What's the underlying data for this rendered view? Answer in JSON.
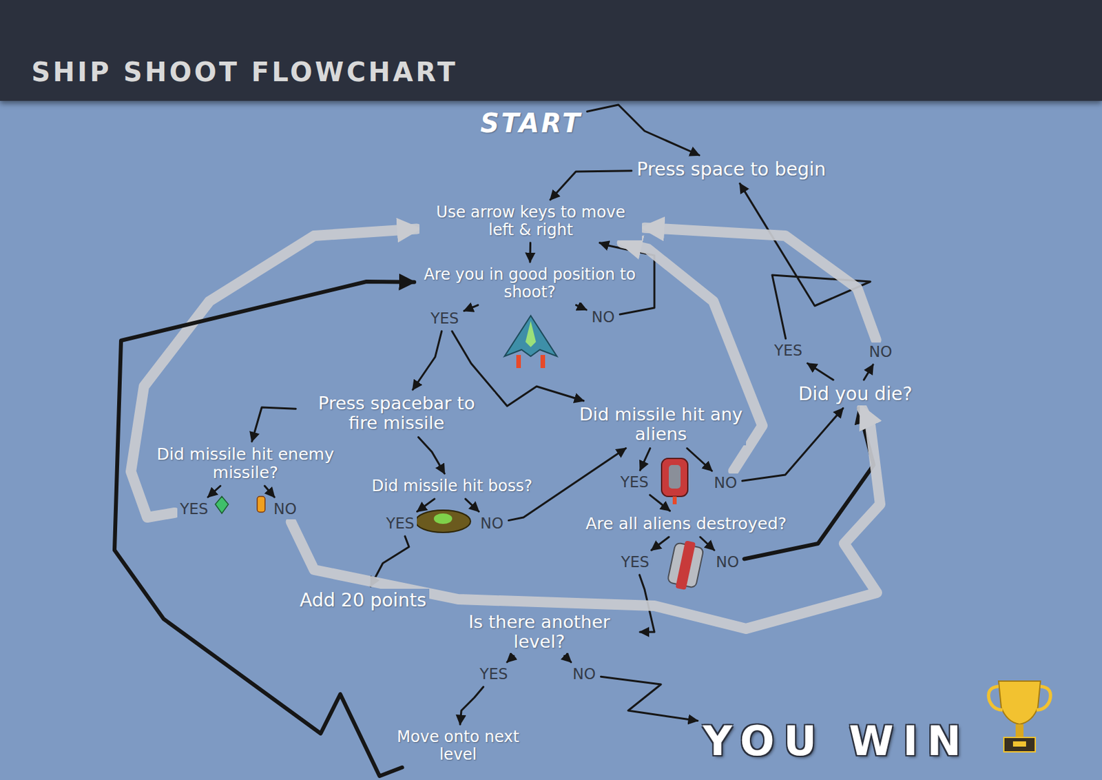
{
  "diagram": {
    "title": "SHIP SHOOT FLOWCHART",
    "nodes": [
      {
        "text": [
          "START"
        ]
      },
      {
        "text": [
          "Press space to begin"
        ]
      },
      {
        "text": [
          "Use arrow keys to move left & right"
        ]
      },
      {
        "text": [
          "Are you in good position to shoot?"
        ]
      },
      {
        "text": [
          "YES"
        ]
      },
      {
        "text": [
          "NO"
        ]
      },
      {
        "text": [
          "Press spacebar to fire missile"
        ]
      },
      {
        "text": [
          "Did missile hit enemy missile?"
        ]
      },
      {
        "text": [
          "YES"
        ]
      },
      {
        "text": [
          "NO"
        ]
      },
      {
        "text": [
          "Did missile hit boss?"
        ]
      },
      {
        "text": [
          "YES"
        ]
      },
      {
        "text": [
          "NO"
        ]
      },
      {
        "text": [
          "Add 20 points"
        ]
      },
      {
        "text": [
          "Did missile hit any aliens"
        ]
      },
      {
        "text": [
          "YES"
        ]
      },
      {
        "text": [
          "NO"
        ]
      },
      {
        "text": [
          "Are all aliens destroyed?"
        ]
      },
      {
        "text": [
          "YES"
        ]
      },
      {
        "text": [
          "NO"
        ]
      },
      {
        "text": [
          "Is there another level?"
        ]
      },
      {
        "text": [
          "YES"
        ]
      },
      {
        "text": [
          "NO"
        ]
      },
      {
        "text": [
          "Move onto next level"
        ]
      },
      {
        "text": [
          "Did you die?"
        ]
      },
      {
        "text": [
          "YES"
        ]
      },
      {
        "text": [
          "NO"
        ]
      },
      {
        "text": [
          "YOU WIN"
        ]
      }
    ],
    "edges": [
      {
        "from": 0,
        "to": 1,
        "arrow": "to"
      },
      {
        "from": 1,
        "to": 2,
        "arrow": "to"
      },
      {
        "from": 2,
        "to": 3,
        "arrow": "to"
      },
      {
        "from": 3,
        "to": 4,
        "arrow": "to"
      },
      {
        "from": 3,
        "to": 5,
        "arrow": "to"
      },
      {
        "from": 5,
        "to": 2,
        "arrow": "to"
      },
      {
        "from": 4,
        "to": 6,
        "arrow": "to"
      },
      {
        "from": 4,
        "to": 14,
        "arrow": "to"
      },
      {
        "from": 6,
        "to": 7,
        "arrow": "to"
      },
      {
        "from": 6,
        "to": 10,
        "arrow": "to"
      },
      {
        "from": 7,
        "to": 8,
        "arrow": "to"
      },
      {
        "from": 7,
        "to": 9,
        "arrow": "to"
      },
      {
        "from": 10,
        "to": 11,
        "arrow": "to"
      },
      {
        "from": 10,
        "to": 12,
        "arrow": "to"
      },
      {
        "from": 12,
        "to": 14,
        "arrow": "to"
      },
      {
        "from": 11,
        "to": 13,
        "arrow": "to"
      },
      {
        "from": 14,
        "to": 15,
        "arrow": "to"
      },
      {
        "from": 14,
        "to": 16,
        "arrow": "to"
      },
      {
        "from": 15,
        "to": 17,
        "arrow": "to"
      },
      {
        "from": 16,
        "to": 24,
        "arrow": "to"
      },
      {
        "from": 17,
        "to": 18,
        "arrow": "to"
      },
      {
        "from": 17,
        "to": 19,
        "arrow": "to"
      },
      {
        "from": 19,
        "to": 24,
        "arrow": "to"
      },
      {
        "from": 18,
        "to": 20,
        "arrow": "to"
      },
      {
        "from": 20,
        "to": 21,
        "arrow": "to"
      },
      {
        "from": 20,
        "to": 22,
        "arrow": "to"
      },
      {
        "from": 21,
        "to": 23,
        "arrow": "to"
      },
      {
        "from": 22,
        "to": 27,
        "arrow": "to"
      },
      {
        "from": 24,
        "to": 25,
        "arrow": "to"
      },
      {
        "from": 24,
        "to": 26,
        "arrow": "to"
      },
      {
        "from": 25,
        "to": 1,
        "arrow": "to"
      },
      {
        "from": 26,
        "to": 2,
        "arrow": "to"
      },
      {
        "from": 8,
        "to": 2,
        "arrow": "to"
      },
      {
        "from": 9,
        "to": 24,
        "arrow": "to"
      },
      {
        "from": 16,
        "to": 2,
        "arrow": "to"
      },
      {
        "from": 23,
        "to": 3,
        "arrow": "to"
      }
    ]
  }
}
